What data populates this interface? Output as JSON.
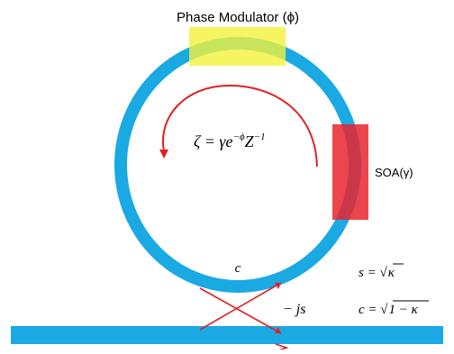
{
  "labels": {
    "phase_modulator": "Phase Modulator (ϕ)",
    "soa": "SOA(γ)",
    "zeta_lhs": "ζ = γe",
    "zeta_exp": "−ϕ",
    "zeta_z": "Z",
    "zeta_zexp": "−1",
    "coupling_c": "c",
    "coupling_js": "− js",
    "s_lhs": "s = √",
    "s_arg": "κ",
    "c_lhs": "c = √",
    "c_arg": "1 − κ"
  },
  "colors": {
    "waveguide": "#1aa9e3",
    "phase_modulator": "#f2f23a",
    "soa": "#e8242e",
    "arrows": "#e02020"
  }
}
